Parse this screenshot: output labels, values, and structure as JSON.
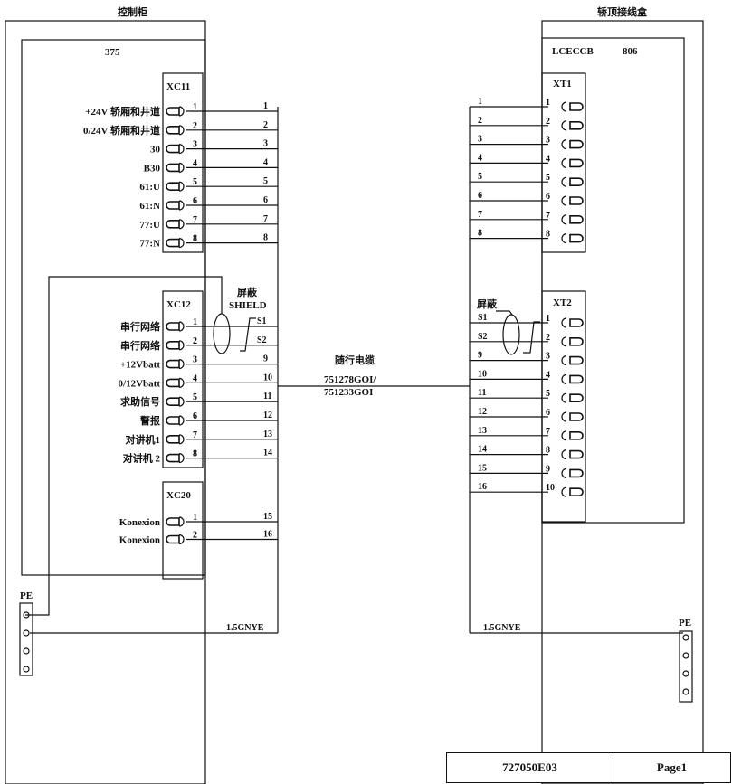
{
  "left_cabinet": {
    "title": "控制柜",
    "board": "375",
    "pe_label": "PE",
    "ground_wire": "1.5GNYE",
    "shield_label_cn": "屏蔽",
    "shield_label_en": "SHIELD"
  },
  "right_cabinet": {
    "title": "轿顶接线盒",
    "board": "LCECCB",
    "board_code": "806",
    "pe_label": "PE",
    "ground_wire": "1.5GNYE",
    "shield_label_cn": "屏蔽"
  },
  "travelling_cable": {
    "title": "随行电缆",
    "part1": "751278GOI/",
    "part2": "751233GOI"
  },
  "connectors_left": [
    {
      "name": "XC11",
      "rows": [
        {
          "signal": "+24V  轿厢和井道",
          "pin": "1",
          "wire": "1"
        },
        {
          "signal": "0/24V  轿厢和井道",
          "pin": "2",
          "wire": "2"
        },
        {
          "signal": "30",
          "pin": "3",
          "wire": "3"
        },
        {
          "signal": "B30",
          "pin": "4",
          "wire": "4"
        },
        {
          "signal": "61:U",
          "pin": "5",
          "wire": "5"
        },
        {
          "signal": "61:N",
          "pin": "6",
          "wire": "6"
        },
        {
          "signal": "77:U",
          "pin": "7",
          "wire": "7"
        },
        {
          "signal": "77:N",
          "pin": "8",
          "wire": "8"
        }
      ]
    },
    {
      "name": "XC12",
      "rows": [
        {
          "signal": "串行网络",
          "pin": "1",
          "wire": "S1"
        },
        {
          "signal": "串行网络",
          "pin": "2",
          "wire": "S2"
        },
        {
          "signal": "+12Vbatt",
          "pin": "3",
          "wire": "9"
        },
        {
          "signal": "0/12Vbatt",
          "pin": "4",
          "wire": "10"
        },
        {
          "signal": "求助信号",
          "pin": "5",
          "wire": "11"
        },
        {
          "signal": "警报",
          "pin": "6",
          "wire": "12"
        },
        {
          "signal": "对讲机1",
          "pin": "7",
          "wire": "13"
        },
        {
          "signal": "对讲机 2",
          "pin": "8",
          "wire": "14"
        }
      ]
    },
    {
      "name": "XC20",
      "rows": [
        {
          "signal": "Konexion",
          "pin": "1",
          "wire": "15"
        },
        {
          "signal": "Konexion",
          "pin": "2",
          "wire": "16"
        }
      ]
    }
  ],
  "connectors_right": [
    {
      "name": "XT1",
      "rows": [
        {
          "wire": "1",
          "pin": "1"
        },
        {
          "wire": "2",
          "pin": "2"
        },
        {
          "wire": "3",
          "pin": "3"
        },
        {
          "wire": "4",
          "pin": "4"
        },
        {
          "wire": "5",
          "pin": "5"
        },
        {
          "wire": "6",
          "pin": "6"
        },
        {
          "wire": "7",
          "pin": "7"
        },
        {
          "wire": "8",
          "pin": "8"
        }
      ]
    },
    {
      "name": "XT2",
      "rows": [
        {
          "wire": "S1",
          "pin": "1"
        },
        {
          "wire": "S2",
          "pin": "2"
        },
        {
          "wire": "9",
          "pin": "3"
        },
        {
          "wire": "10",
          "pin": "4"
        },
        {
          "wire": "11",
          "pin": "5"
        },
        {
          "wire": "12",
          "pin": "6"
        },
        {
          "wire": "13",
          "pin": "7"
        },
        {
          "wire": "14",
          "pin": "8"
        },
        {
          "wire": "15",
          "pin": "9"
        },
        {
          "wire": "16",
          "pin": "10"
        }
      ]
    }
  ],
  "footer": {
    "doc_number": "727050E03",
    "page": "Page1"
  }
}
